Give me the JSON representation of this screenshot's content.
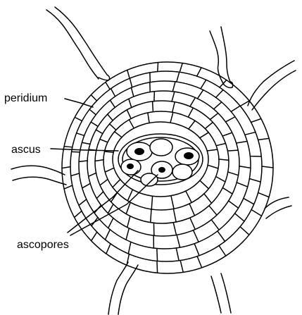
{
  "labels": {
    "peridium": "peridium",
    "ascus": "ascus",
    "ascopores": "ascopores"
  },
  "colors": {
    "ink": "#000000",
    "paper": "#ffffff"
  }
}
